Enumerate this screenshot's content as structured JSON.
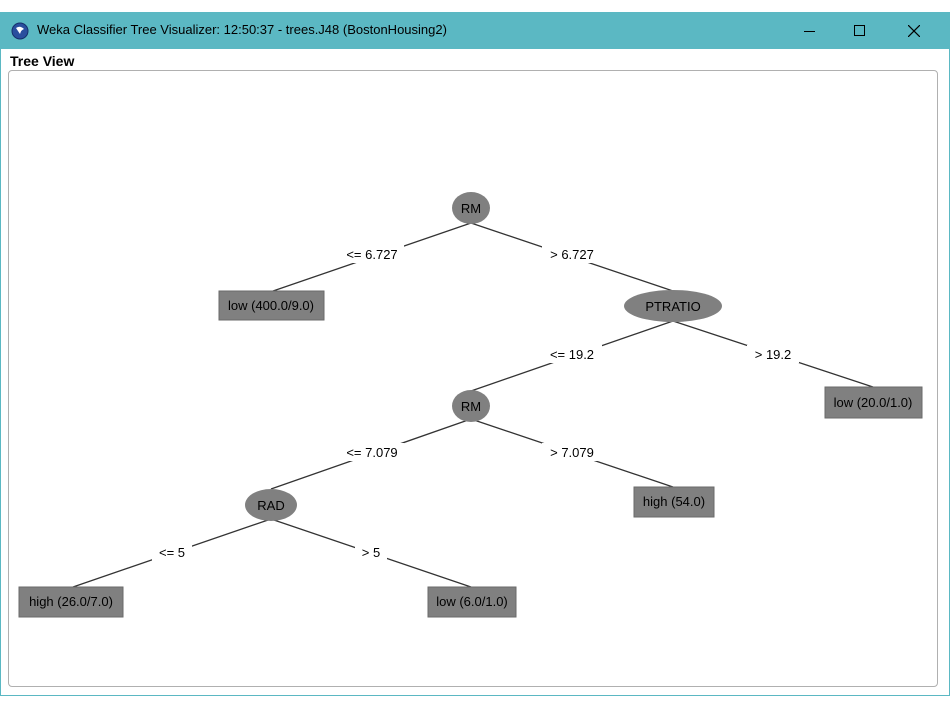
{
  "window": {
    "title": "Weka Classifier Tree Visualizer: 12:50:37 - trees.J48 (BostonHousing2)",
    "controls": [
      "minimize",
      "maximize",
      "close"
    ]
  },
  "pane": {
    "label": "Tree View"
  },
  "tree": {
    "nodes": {
      "root": "RM",
      "ptratio": "PTRATIO",
      "rm2": "RM",
      "rad": "RAD"
    },
    "leaves": {
      "leaf1": "low (400.0/9.0)",
      "leaf2": "low (20.0/1.0)",
      "leaf3": "high (54.0)",
      "leaf4": "high (26.0/7.0)",
      "leaf5": "low (6.0/1.0)"
    },
    "edges": {
      "e1": "<= 6.727",
      "e2": "> 6.727",
      "e3": "<= 19.2",
      "e4": "> 19.2",
      "e5": "<= 7.079",
      "e6": "> 7.079",
      "e7": "<= 5",
      "e8": "> 5"
    }
  },
  "colors": {
    "titlebar": "#5bb8c3",
    "node_fill": "#808080",
    "line": "#333333"
  }
}
